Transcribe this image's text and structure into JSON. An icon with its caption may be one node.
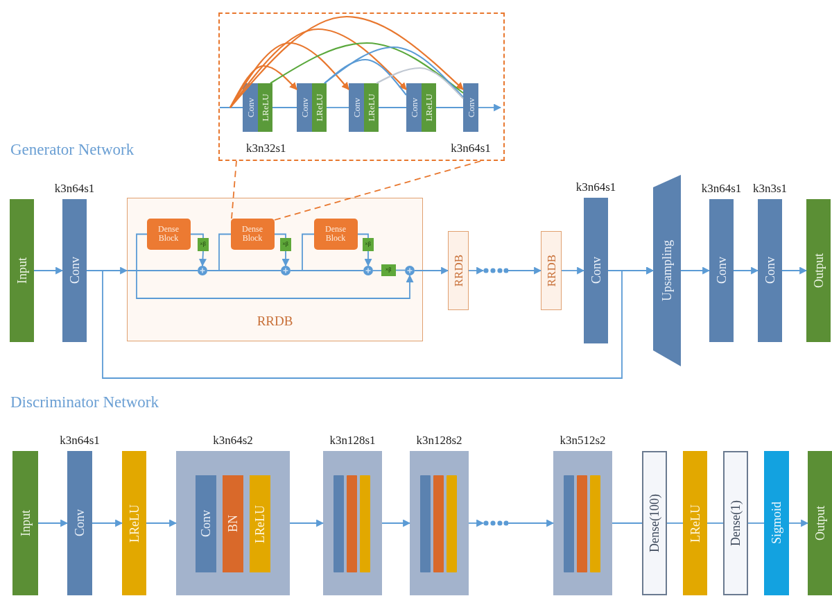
{
  "diagram": {
    "nodes": [
      {
        "text": [
          "Input"
        ]
      },
      {
        "text": [
          "Conv"
        ],
        "beside": [
          "k3n64s1"
        ]
      },
      {
        "text": [
          "RRDB"
        ]
      },
      {
        "text": [
          "Dense Block"
        ],
        "in": 2
      },
      {
        "text": [
          "Dense Block"
        ],
        "in": 2
      },
      {
        "text": [
          "Dense Block"
        ],
        "in": 2
      },
      {
        "text": [
          "×β"
        ],
        "in": 2
      },
      {
        "text": [],
        "shape": "circle",
        "in": 2
      },
      {
        "text": [
          "×β"
        ],
        "in": 2
      },
      {
        "text": [],
        "shape": "circle",
        "in": 2
      },
      {
        "text": [
          "×β"
        ],
        "in": 2
      },
      {
        "text": [],
        "shape": "circle",
        "in": 2
      },
      {
        "text": [
          "×β"
        ],
        "in": 2
      },
      {
        "text": [],
        "shape": "circle",
        "in": 2
      },
      {
        "text": [
          "RRDB"
        ]
      },
      {
        "text": [],
        "shape": "dots"
      },
      {
        "text": [
          "RRDB"
        ]
      },
      {
        "text": [
          "Conv"
        ],
        "beside": [
          "k3n64s1"
        ]
      },
      {
        "text": [
          "Upsampling"
        ]
      },
      {
        "text": [
          "Conv"
        ],
        "beside": [
          "k3n64s1"
        ]
      },
      {
        "text": [
          "Conv"
        ],
        "beside": [
          "k3n3s1"
        ]
      },
      {
        "text": [
          "Output"
        ]
      },
      {
        "text": [],
        "shape": "box"
      },
      {
        "text": [
          "Conv"
        ],
        "in": 22,
        "beside": [
          "k3n32s1"
        ]
      },
      {
        "text": [
          "LReLU"
        ],
        "in": 22
      },
      {
        "text": [
          "Conv"
        ],
        "in": 22
      },
      {
        "text": [
          "LReLU"
        ],
        "in": 22
      },
      {
        "text": [
          "Conv"
        ],
        "in": 22
      },
      {
        "text": [
          "LReLU"
        ],
        "in": 22
      },
      {
        "text": [
          "Conv"
        ],
        "in": 22
      },
      {
        "text": [
          "LReLU"
        ],
        "in": 22
      },
      {
        "text": [
          "Conv"
        ],
        "in": 22,
        "beside": [
          "k3n64s1"
        ]
      },
      {
        "text": [
          "Input"
        ]
      },
      {
        "text": [
          "Conv"
        ],
        "beside": [
          "k3n64s1"
        ]
      },
      {
        "text": [
          "LReLU"
        ]
      },
      {
        "text": [],
        "shape": "box",
        "beside": [
          "k3n64s2"
        ]
      },
      {
        "text": [
          "Conv"
        ],
        "in": 35
      },
      {
        "text": [
          "BN"
        ],
        "in": 35
      },
      {
        "text": [
          "LReLU"
        ],
        "in": 35
      },
      {
        "text": [],
        "shape": "box",
        "beside": [
          "k3n128s1"
        ]
      },
      {
        "text": [],
        "shape": "bar",
        "in": 39
      },
      {
        "text": [],
        "shape": "bar",
        "in": 39
      },
      {
        "text": [],
        "shape": "bar",
        "in": 39
      },
      {
        "text": [],
        "shape": "box",
        "beside": [
          "k3n128s2"
        ]
      },
      {
        "text": [],
        "shape": "bar",
        "in": 43
      },
      {
        "text": [],
        "shape": "bar",
        "in": 43
      },
      {
        "text": [],
        "shape": "bar",
        "in": 43
      },
      {
        "text": [],
        "shape": "dots"
      },
      {
        "text": [],
        "shape": "box",
        "beside": [
          "k3n512s2"
        ]
      },
      {
        "text": [],
        "shape": "bar",
        "in": 48
      },
      {
        "text": [],
        "shape": "bar",
        "in": 48
      },
      {
        "text": [],
        "shape": "bar",
        "in": 48
      },
      {
        "text": [
          "Dense(100)"
        ]
      },
      {
        "text": [
          "LReLU"
        ]
      },
      {
        "text": [
          "Dense(1)"
        ]
      },
      {
        "text": [
          "Sigmoid"
        ]
      },
      {
        "text": [
          "Output"
        ]
      }
    ],
    "edges": [
      {
        "from": 0,
        "to": 1,
        "arrow": "to"
      },
      {
        "from": 1,
        "to": 2,
        "arrow": "to"
      },
      {
        "from": null,
        "to": 3,
        "arrow": "none"
      },
      {
        "from": null,
        "to": 7,
        "arrow": "none"
      },
      {
        "from": null,
        "to": 13,
        "arrow": "to"
      },
      {
        "from": 3,
        "to": 6,
        "arrow": "none"
      },
      {
        "from": 6,
        "to": 7,
        "arrow": "to"
      },
      {
        "from": 7,
        "to": 4,
        "arrow": "none"
      },
      {
        "from": 7,
        "to": 9,
        "arrow": "none"
      },
      {
        "from": 4,
        "to": 8,
        "arrow": "none"
      },
      {
        "from": 8,
        "to": 9,
        "arrow": "to"
      },
      {
        "from": 9,
        "to": 5,
        "arrow": "none"
      },
      {
        "from": 9,
        "to": 11,
        "arrow": "none"
      },
      {
        "from": 5,
        "to": 10,
        "arrow": "none"
      },
      {
        "from": 10,
        "to": 11,
        "arrow": "to"
      },
      {
        "from": 11,
        "to": 12,
        "arrow": "none"
      },
      {
        "from": 12,
        "to": 13,
        "arrow": "none"
      },
      {
        "from": 13,
        "to": 14,
        "arrow": "to"
      },
      {
        "from": 14,
        "to": 15,
        "arrow": "to"
      },
      {
        "from": 15,
        "to": 16,
        "arrow": "to"
      },
      {
        "from": 16,
        "to": 17,
        "arrow": "to"
      },
      {
        "from": 17,
        "to": 18,
        "arrow": "to"
      },
      {
        "from": 1,
        "to": 18,
        "arrow": "to"
      },
      {
        "from": 18,
        "to": 19,
        "arrow": "to"
      },
      {
        "from": 19,
        "to": 20,
        "arrow": "to"
      },
      {
        "from": 20,
        "to": 21,
        "arrow": "to"
      },
      {
        "from": 4,
        "to": 22,
        "arrow": "none",
        "style": "dashed",
        "color": "#e8772e"
      },
      {
        "from": null,
        "to": 23,
        "arrow": "none"
      },
      {
        "from": 24,
        "to": 25,
        "arrow": "none"
      },
      {
        "from": 26,
        "to": 27,
        "arrow": "none"
      },
      {
        "from": 28,
        "to": 29,
        "arrow": "none"
      },
      {
        "from": 30,
        "to": 31,
        "arrow": "none"
      },
      {
        "from": 31,
        "to": null,
        "arrow": "to"
      },
      {
        "from": null,
        "to": 25,
        "arrow": "to",
        "color": "#e8772e"
      },
      {
        "from": null,
        "to": 27,
        "arrow": "to",
        "color": "#e8772e"
      },
      {
        "from": null,
        "to": 29,
        "arrow": "to",
        "color": "#e8772e"
      },
      {
        "from": null,
        "to": 31,
        "arrow": "to",
        "color": "#e8772e"
      },
      {
        "from": 24,
        "to": 31,
        "arrow": "none",
        "color": "#5aa83c"
      },
      {
        "from": 26,
        "to": 29,
        "arrow": "none"
      },
      {
        "from": 26,
        "to": 31,
        "arrow": "none"
      },
      {
        "from": 28,
        "to": 31,
        "arrow": "none",
        "color": "#c0c8d2"
      },
      {
        "from": 32,
        "to": 33,
        "arrow": "to"
      },
      {
        "from": 33,
        "to": 34,
        "arrow": "to"
      },
      {
        "from": 34,
        "to": 35,
        "arrow": "to"
      },
      {
        "from": 35,
        "to": 39,
        "arrow": "to"
      },
      {
        "from": 39,
        "to": 43,
        "arrow": "to"
      },
      {
        "from": 43,
        "to": 47,
        "arrow": "to"
      },
      {
        "from": 47,
        "to": 48,
        "arrow": "to"
      },
      {
        "from": 48,
        "to": 52,
        "arrow": "none"
      },
      {
        "from": 52,
        "to": 53,
        "arrow": "none"
      },
      {
        "from": 53,
        "to": 54,
        "arrow": "none"
      },
      {
        "from": 54,
        "to": 55,
        "arrow": "none"
      },
      {
        "from": 55,
        "to": 56,
        "arrow": "to"
      }
    ],
    "labels": [
      "Generator Network",
      "Discriminator Network"
    ]
  }
}
